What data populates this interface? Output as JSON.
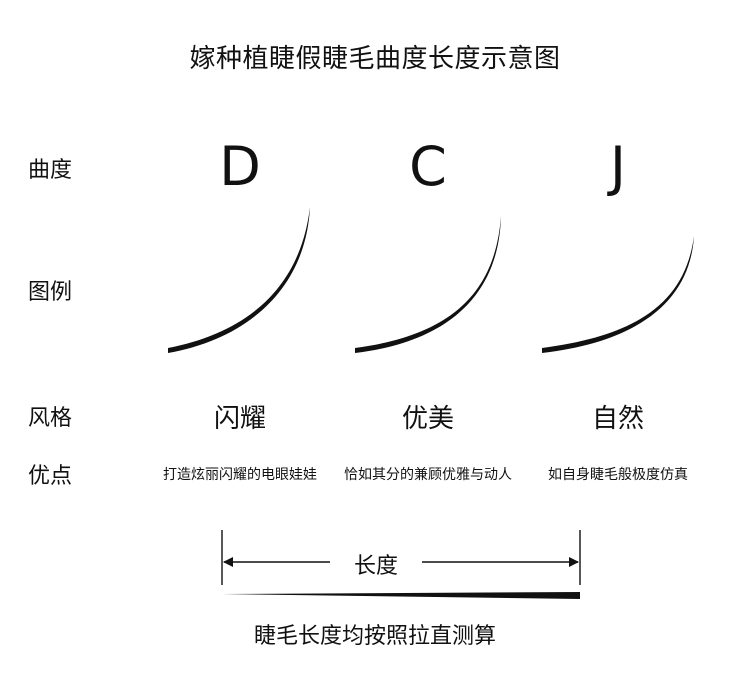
{
  "title": "嫁种植睫假睫毛曲度长度示意图",
  "row_labels": {
    "curl": "曲度",
    "example": "图例",
    "style": "风格",
    "advantage": "优点"
  },
  "columns": [
    {
      "letter": "D",
      "style": "闪耀",
      "advantage": "打造炫丽闪耀的电眼娃娃"
    },
    {
      "letter": "C",
      "style": "优美",
      "advantage": "恰如其分的兼顾优雅与动人"
    },
    {
      "letter": "J",
      "style": "自然",
      "advantage": "如自身睫毛般极度仿真"
    }
  ],
  "length_label": "长度",
  "footnote": "睫毛长度均按照拉直测算"
}
